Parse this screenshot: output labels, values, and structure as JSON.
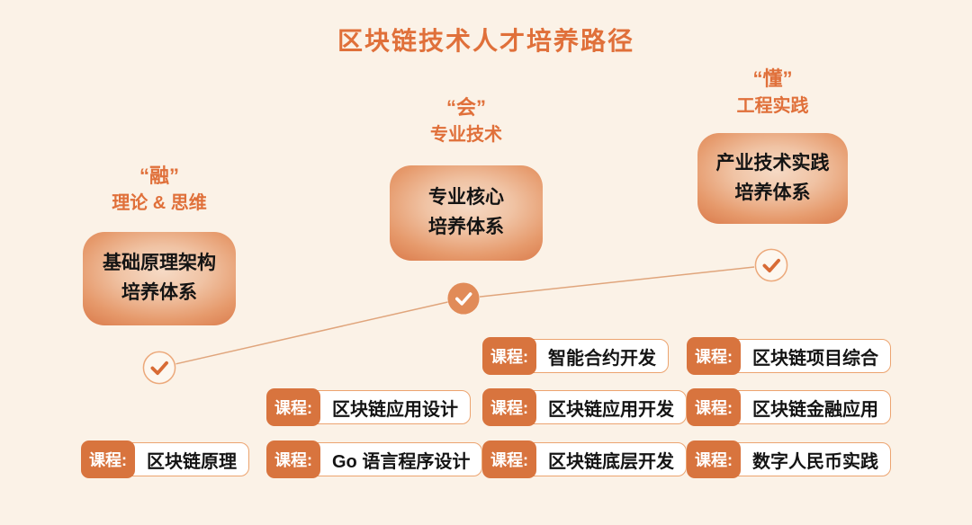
{
  "page": {
    "title": "区块链技术人才培养路径"
  },
  "colors": {
    "background": "#FBF2E7",
    "accent_orange": "#E0703A",
    "tag_label_bg": "#D8743E",
    "tag_border": "#ECA470",
    "box_gradient_center": "#F6DAC5",
    "box_gradient_edge": "#DD8253",
    "check_filled_bg": "#E18B58",
    "check_outline_border": "#ECA97B",
    "check_stroke": "#D86B35",
    "connector_line": "#E0A57C"
  },
  "stages": [
    {
      "quote": "“融”",
      "subtitle": "理论 & 思维",
      "box_line1": "基础原理架构",
      "box_line2": "培养体系",
      "check_style": "outline"
    },
    {
      "quote": "“会”",
      "subtitle": "专业技术",
      "box_line1": "专业核心",
      "box_line2": "培养体系",
      "check_style": "filled"
    },
    {
      "quote": "“懂”",
      "subtitle": "工程实践",
      "box_line1": "产业技术实践",
      "box_line2": "培养体系",
      "check_style": "outline"
    }
  ],
  "course_label": "课程:",
  "course_columns": [
    {
      "items": [
        "区块链原理"
      ]
    },
    {
      "items": [
        "区块链应用设计",
        "Go 语言程序设计"
      ]
    },
    {
      "items": [
        "智能合约开发",
        "区块链应用开发",
        "区块链底层开发"
      ]
    },
    {
      "items": [
        "区块链项目综合",
        "区块链金融应用",
        "数字人民币实践"
      ]
    }
  ]
}
